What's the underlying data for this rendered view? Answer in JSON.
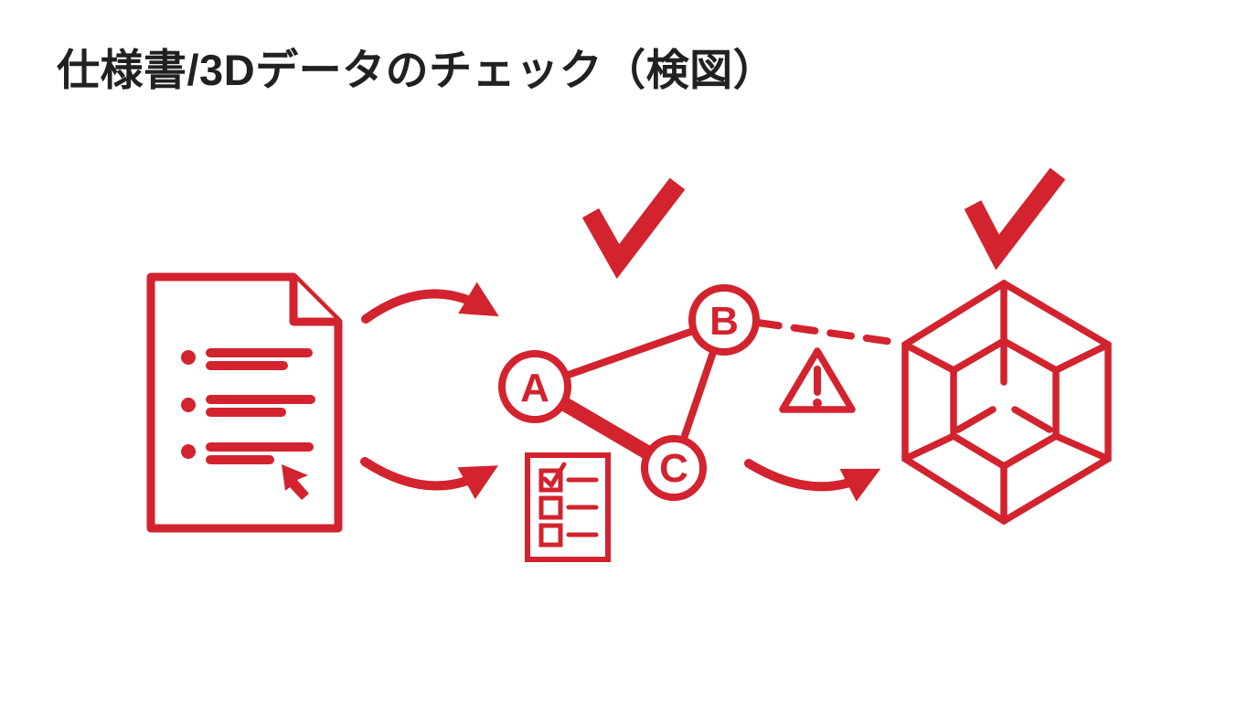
{
  "title": "仕様書/3Dデータのチェック（検図）",
  "colors": {
    "accent_red": "#D2232E",
    "title_text": "#212121",
    "background": "#FFFFFF"
  },
  "diagram": {
    "nodes": [
      {
        "label": "A"
      },
      {
        "label": "B"
      },
      {
        "label": "C"
      }
    ],
    "icons": [
      {
        "name": "spec-document-icon"
      },
      {
        "name": "cursor-icon"
      },
      {
        "name": "flow-arrow-icon"
      },
      {
        "name": "checkmark-icon"
      },
      {
        "name": "node-graph-icon"
      },
      {
        "name": "checklist-icon"
      },
      {
        "name": "warning-triangle-icon"
      },
      {
        "name": "dashed-link-icon"
      },
      {
        "name": "cube-wireframe-icon"
      },
      {
        "name": "checkmark-icon"
      }
    ]
  }
}
